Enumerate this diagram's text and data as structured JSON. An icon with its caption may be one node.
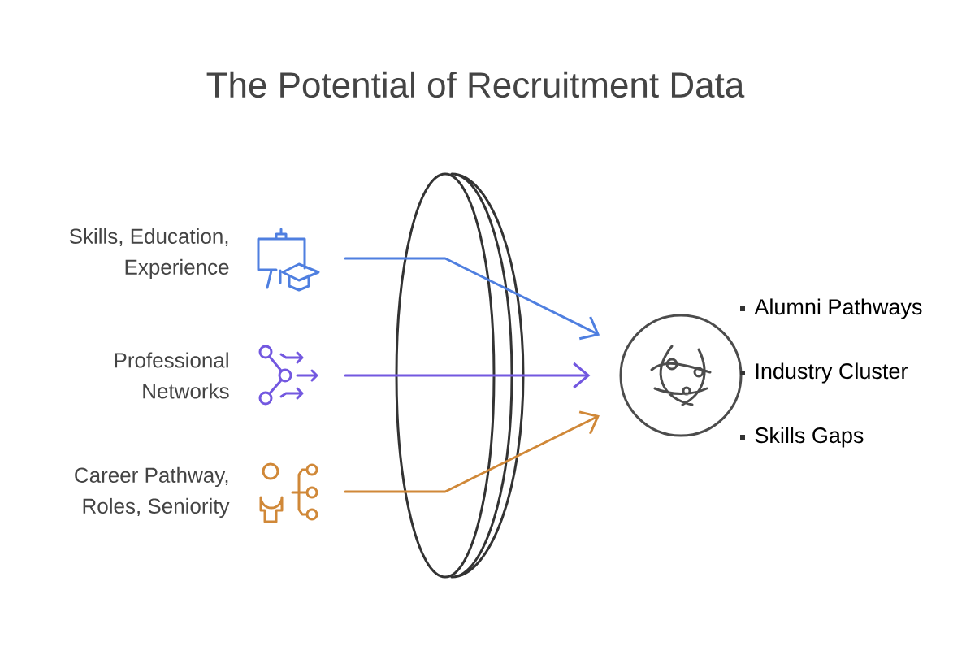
{
  "diagram": {
    "title": "The Potential of Recruitment Data",
    "nodes": [
      {
        "text": [
          "Skills, Education, Experience"
        ]
      },
      {
        "text": [
          "Professional Networks"
        ]
      },
      {
        "text": [
          "Career Pathway, Roles, Seniority"
        ]
      },
      {
        "text": [],
        "shape": "globe"
      }
    ],
    "edges": [
      {
        "from": 0,
        "to": 3,
        "arrow": "to",
        "color": "#4f7fe0"
      },
      {
        "from": 1,
        "to": 3,
        "arrow": "to",
        "color": "#7358e0"
      },
      {
        "from": 2,
        "to": 3,
        "arrow": "to",
        "color": "#d08838"
      }
    ],
    "labels": [
      "Alumni Pathways",
      "Industry Cluster",
      "Skills Gaps"
    ]
  }
}
